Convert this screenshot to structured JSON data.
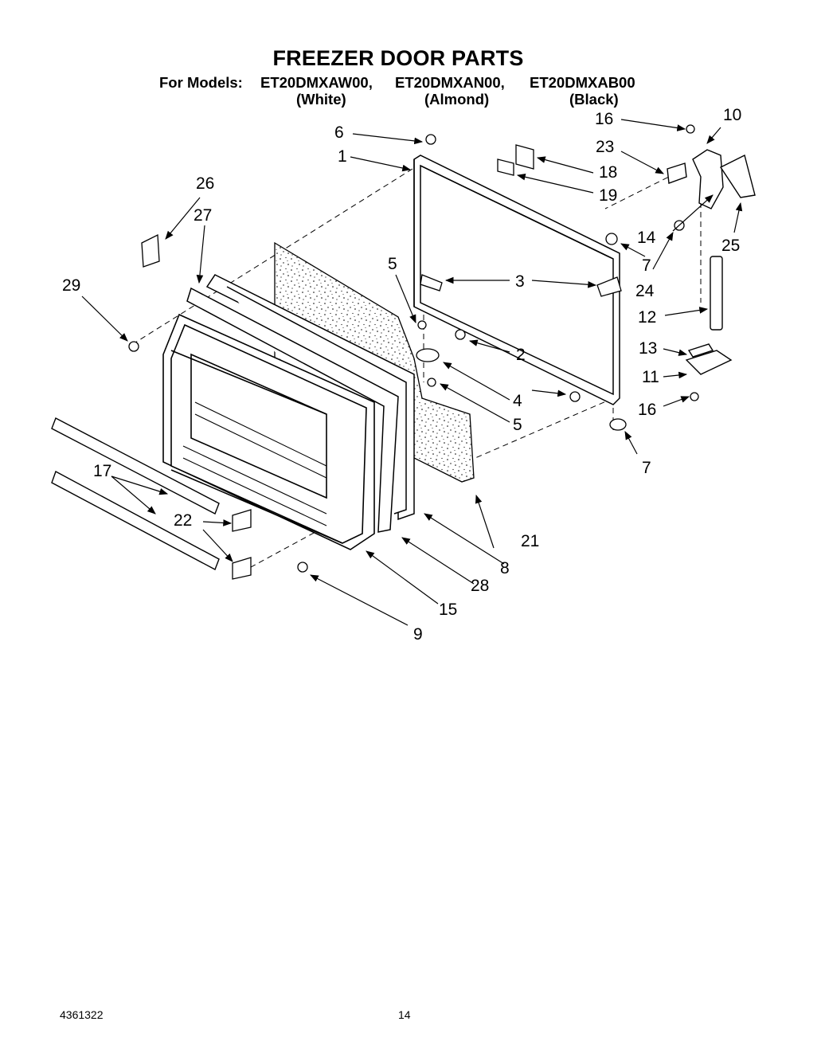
{
  "header": {
    "title": "FREEZER DOOR PARTS",
    "models_prefix": "For Models:",
    "models": [
      {
        "code": "ET20DMXAW00,",
        "color": "(White)"
      },
      {
        "code": "ET20DMXAN00,",
        "color": "(Almond)"
      },
      {
        "code": "ET20DMXAB00",
        "color": "(Black)"
      }
    ]
  },
  "callouts": [
    "1",
    "2",
    "3",
    "4",
    "5",
    "5",
    "6",
    "7",
    "7",
    "8",
    "9",
    "10",
    "11",
    "12",
    "13",
    "14",
    "15",
    "16",
    "16",
    "17",
    "18",
    "19",
    "21",
    "22",
    "23",
    "24",
    "25",
    "26",
    "27",
    "28",
    "29"
  ],
  "footer": {
    "doc_number": "4361322",
    "page_number": "14"
  }
}
